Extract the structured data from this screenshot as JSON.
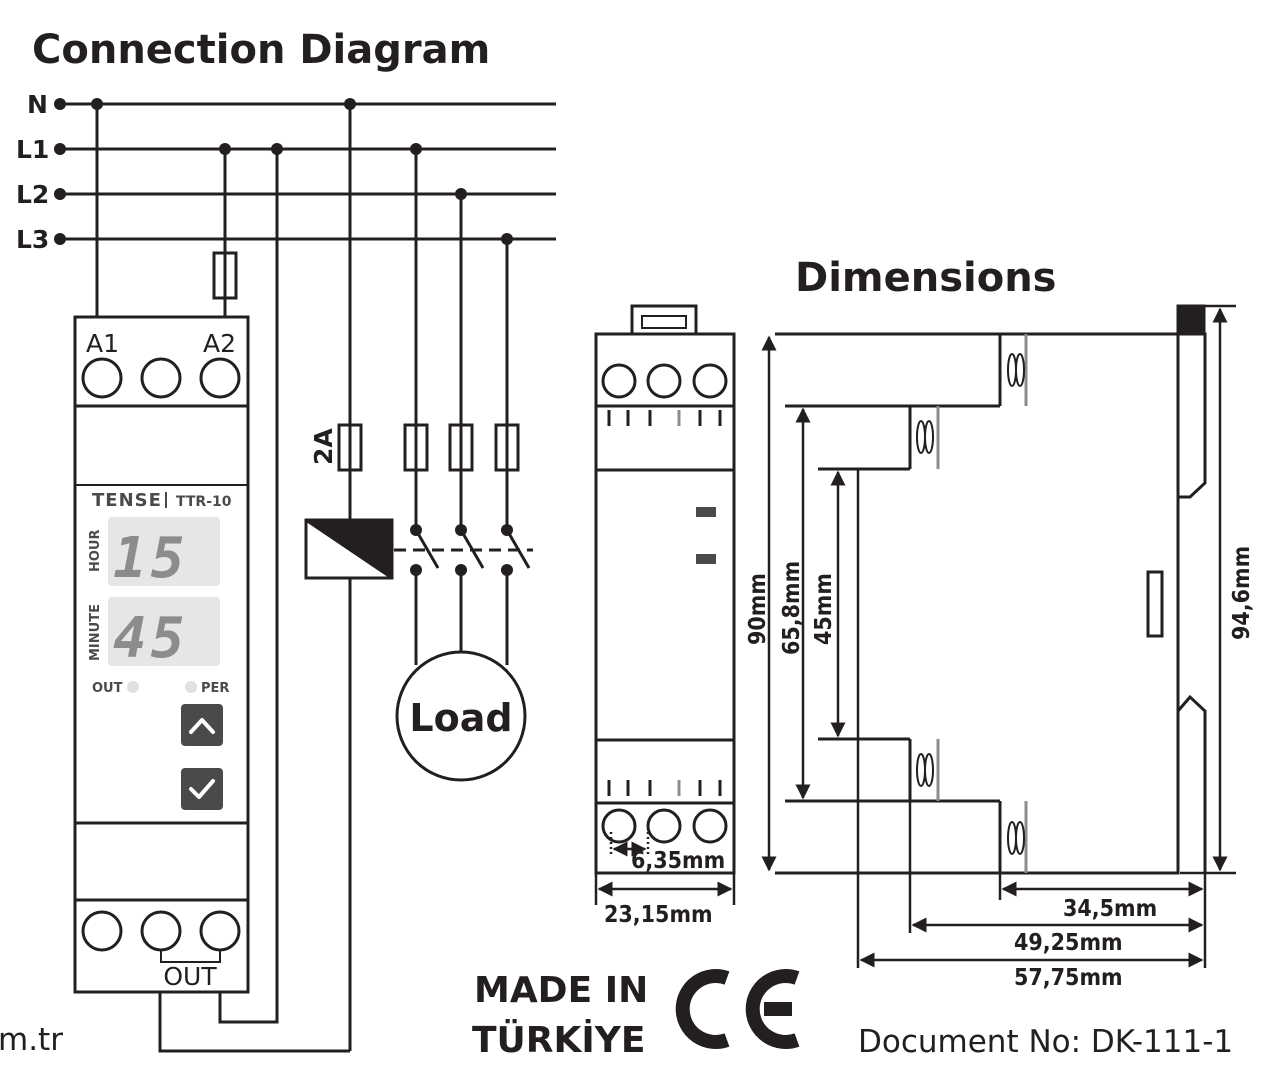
{
  "headings": {
    "connection": "Connection Diagram",
    "dimensions": "Dimensions"
  },
  "lines": [
    "N",
    "L1",
    "L2",
    "L3"
  ],
  "device": {
    "brand": "TENSE",
    "model": "TTR-10",
    "top_terminals": [
      "A1",
      "A2"
    ],
    "hour_label": "HOUR",
    "minute_label": "MINUTE",
    "hour_digits": "15",
    "minute_digits": "45",
    "out_led": "OUT",
    "per_led": "PER",
    "out_label": "OUT",
    "up_button": "up-chevron-icon",
    "confirm_button": "check-icon"
  },
  "fuse_rating": "2A",
  "load_label": "Load",
  "dimensions": {
    "height_total": "90mm",
    "height_mid": "65,8mm",
    "height_front": "45mm",
    "height_rail": "94,6mm",
    "terminal_pitch": "6,35mm",
    "width_front": "23,15mm",
    "depth_1": "34,5mm",
    "depth_2": "49,25mm",
    "depth_3": "57,75mm"
  },
  "footer": {
    "website_fragment": "m.tr",
    "made_in_1": "MADE IN",
    "made_in_2": "TÜRKİYE",
    "ce_mark": "CE",
    "document_no": "Document No: DK-111-1"
  }
}
